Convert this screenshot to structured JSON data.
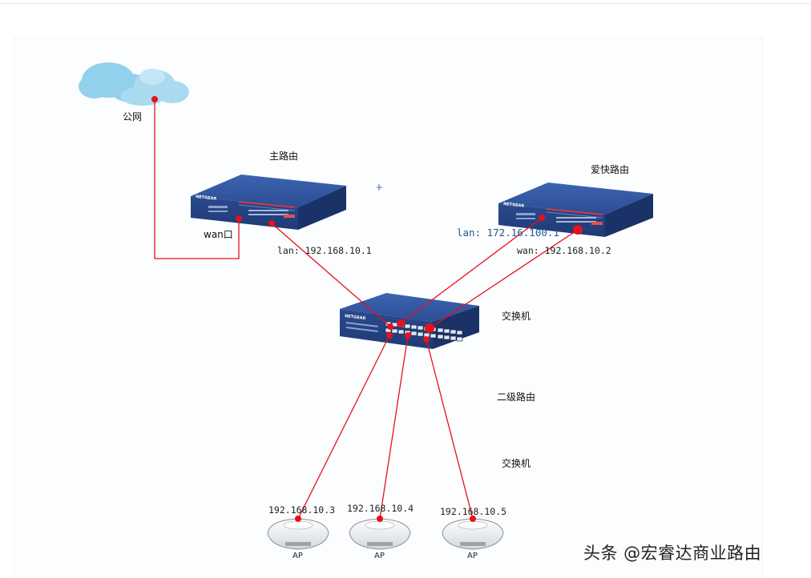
{
  "labels": {
    "internet": "公网",
    "main_router": "主路由",
    "ikuai_router": "爱快路由",
    "wan_port": "wan口",
    "main_lan": "lan: 192.168.10.1",
    "ikuai_lan": "lan: 172.16.100.1",
    "ikuai_wan": "wan: 192.168.10.2",
    "switch": "交换机",
    "secondary_router": "二级路由",
    "switch2": "交换机",
    "ap1_ip": "192.168.10.3",
    "ap2_ip": "192.168.10.4",
    "ap3_ip": "192.168.10.5",
    "ap": "AP"
  },
  "watermark": "头条 @宏睿达商业路由",
  "colors": {
    "cable": "#e8101a",
    "device_blue": "#2a4f96",
    "cloud": "#8fcdea"
  }
}
